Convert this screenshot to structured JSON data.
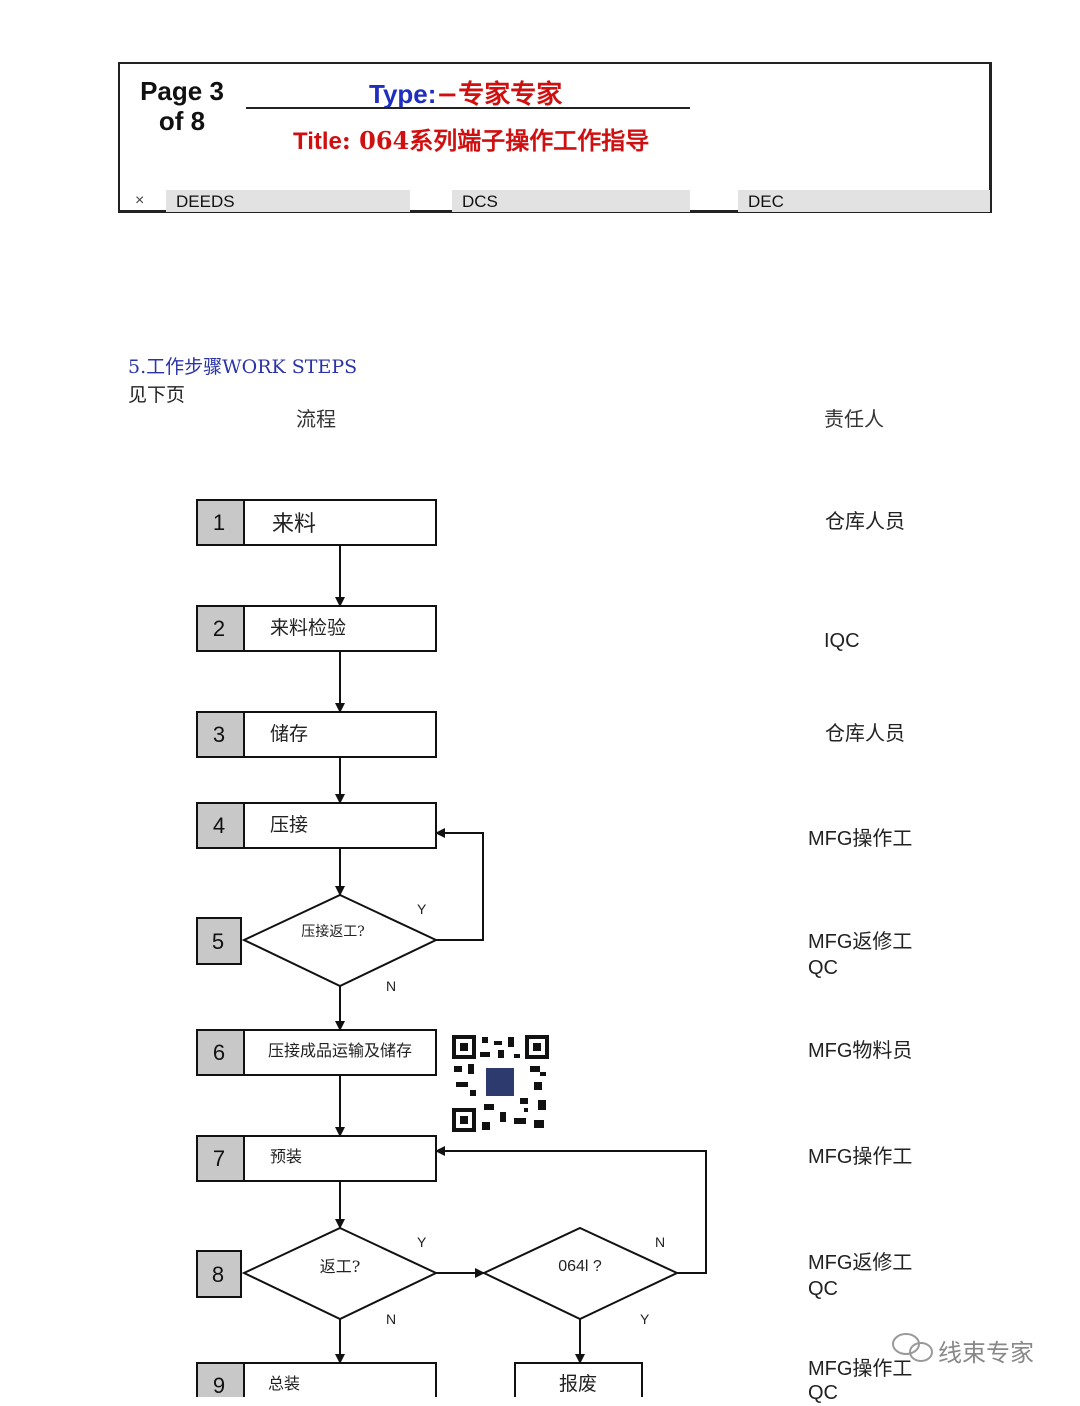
{
  "header": {
    "page_line1": "Page 3",
    "page_line2": "of 8",
    "type_label": "Type:",
    "type_value": "−专家专家",
    "title_label": "Title",
    "title_value": ": 064系列端子操作工作指导",
    "close_mark": "×",
    "tags": [
      "DEEDS",
      "DCS",
      "DEC"
    ]
  },
  "section": {
    "heading": "5.工作步骤WORK STEPS",
    "see_next": "见下页",
    "col_flow": "流程",
    "col_responsible": "责任人"
  },
  "steps": [
    {
      "num": "1",
      "label": "来料"
    },
    {
      "num": "2",
      "label": "来料检验"
    },
    {
      "num": "3",
      "label": "储存"
    },
    {
      "num": "4",
      "label": "压接"
    },
    {
      "num": "5",
      "label": "压接返工?"
    },
    {
      "num": "6",
      "label": "压接成品运输及储存"
    },
    {
      "num": "7",
      "label": "预装"
    },
    {
      "num": "8",
      "label": "返工?"
    },
    {
      "num": "9",
      "label": "总装"
    }
  ],
  "decision_064": "064l ?",
  "scrap": "报废",
  "branch": {
    "y": "Y",
    "n": "N"
  },
  "responsible": [
    "仓库人员",
    "IQC",
    "仓库人员",
    "MFG操作工",
    "MFG返修工",
    "QC",
    "MFG物料员",
    "MFG操作工",
    "MFG返修工",
    "QC",
    "MFG操作工",
    "QC"
  ],
  "watermark": "线束专家",
  "colors": {
    "blue": "#1f2ec0",
    "red": "#d01010",
    "num_fill": "#c8c8c8"
  }
}
